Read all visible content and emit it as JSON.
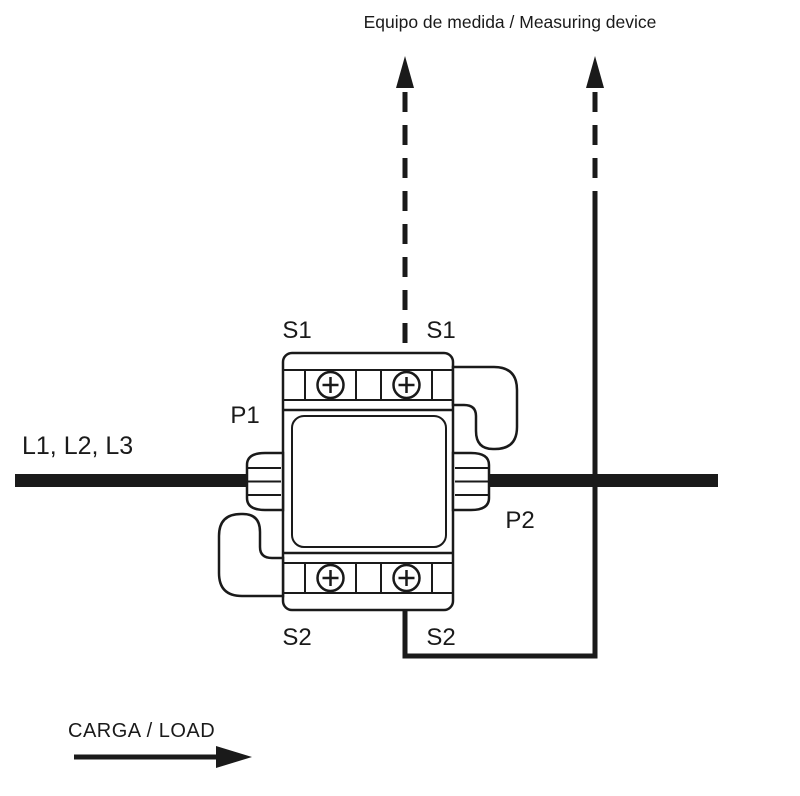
{
  "diagram": {
    "title": "Equipo de medida / Measuring device",
    "labels": {
      "s1_left": "S1",
      "s1_right": "S1",
      "p1": "P1",
      "p2": "P2",
      "s2_left": "S2",
      "s2_right": "S2",
      "lines": "L1, L2, L3",
      "load": "CARGA / LOAD"
    },
    "colors": {
      "ink": "#1a1a1a",
      "background": "#ffffff"
    }
  }
}
